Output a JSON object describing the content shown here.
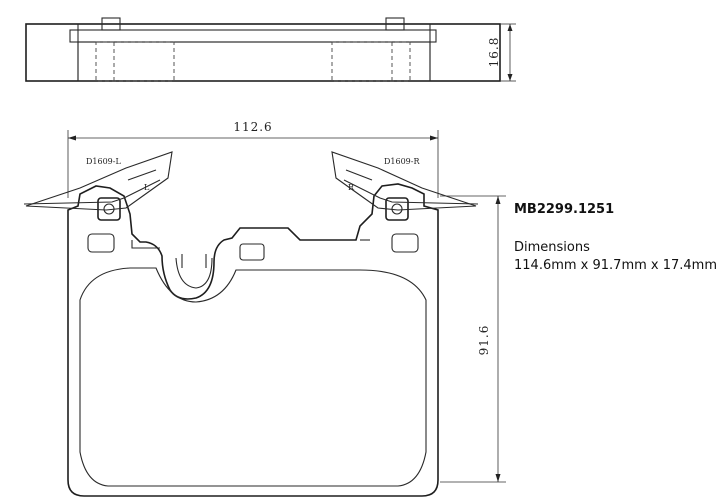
{
  "info": {
    "part_number": "MB2299.1251",
    "dimensions_label": "Dimensions",
    "dimensions_value": "114.6mm x 91.7mm x 17.4mm"
  },
  "drawing": {
    "width_dim": "112.6",
    "height_dim": "91.6",
    "thickness_dim": "16.8",
    "wear_sensor_left": "D1609-L",
    "wear_sensor_right": "D1609-R",
    "side_left": "L",
    "side_right": "R"
  }
}
